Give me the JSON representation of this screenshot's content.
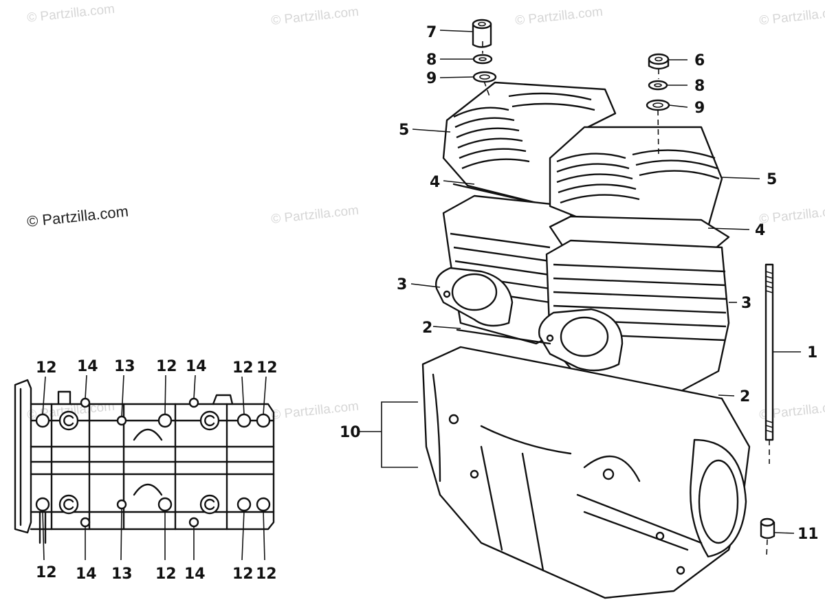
{
  "watermarks": {
    "text": "© Partzilla.com"
  },
  "callouts": [
    {
      "id": "c7",
      "label": "7"
    },
    {
      "id": "c8a",
      "label": "8"
    },
    {
      "id": "c9a",
      "label": "9"
    },
    {
      "id": "c6",
      "label": "6"
    },
    {
      "id": "c8b",
      "label": "8"
    },
    {
      "id": "c9b",
      "label": "9"
    },
    {
      "id": "c5a",
      "label": "5"
    },
    {
      "id": "c5b",
      "label": "5"
    },
    {
      "id": "c4a",
      "label": "4"
    },
    {
      "id": "c4b",
      "label": "4"
    },
    {
      "id": "c3a",
      "label": "3"
    },
    {
      "id": "c3b",
      "label": "3"
    },
    {
      "id": "c2a",
      "label": "2"
    },
    {
      "id": "c2b",
      "label": "2"
    },
    {
      "id": "c1",
      "label": "1"
    },
    {
      "id": "c10",
      "label": "10"
    },
    {
      "id": "c11",
      "label": "11"
    },
    {
      "id": "t12a",
      "label": "12"
    },
    {
      "id": "t14a",
      "label": "14"
    },
    {
      "id": "t13a",
      "label": "13"
    },
    {
      "id": "t12b",
      "label": "12"
    },
    {
      "id": "t14b",
      "label": "14"
    },
    {
      "id": "t12c",
      "label": "12"
    },
    {
      "id": "t12d",
      "label": "12"
    },
    {
      "id": "b12a",
      "label": "12"
    },
    {
      "id": "b14a",
      "label": "14"
    },
    {
      "id": "b13a",
      "label": "13"
    },
    {
      "id": "b12b",
      "label": "12"
    },
    {
      "id": "b14b",
      "label": "14"
    },
    {
      "id": "b12c",
      "label": "12"
    },
    {
      "id": "b12d",
      "label": "12"
    }
  ]
}
